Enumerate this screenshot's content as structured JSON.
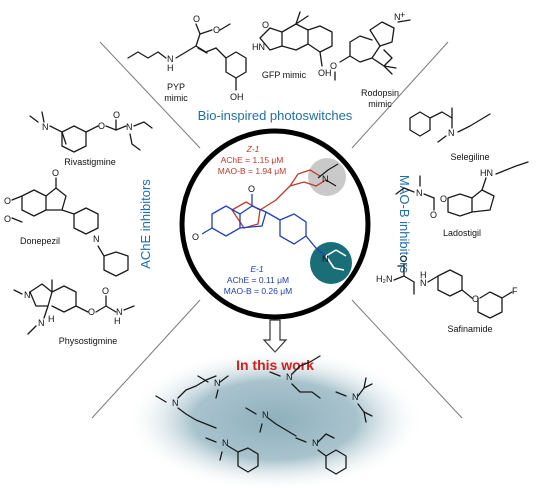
{
  "sections": {
    "top": "Bio-inspired photoswitches",
    "left": "AChE inhibitors",
    "right": "MAO-B inhibitors"
  },
  "top_labels": {
    "pyp": [
      "PYP",
      "mimic"
    ],
    "gfp": "GFP mimic",
    "rodopsin": [
      "Rodopsin",
      "mimic"
    ]
  },
  "left_labels": {
    "rivastigmine": "Rivastigmine",
    "donepezil": "Donepezil",
    "physostigmine": "Physostigmine"
  },
  "right_labels": {
    "selegiline": "Selegiline",
    "ladostigil": "Ladostigil",
    "safinamide": "Safinamide"
  },
  "center": {
    "z_title": "Z-1",
    "z_ache": "AChE = 1.15 μM",
    "z_maob": "MAO-B = 1.94 μM",
    "e_title": "E-1",
    "e_ache": "AChE = 0.11 μM",
    "e_maob": "MAO-B = 0.26 μM"
  },
  "work_label": "In this work",
  "colors": {
    "section_text": "#1f6fa8",
    "z_isomer": "#c0392b",
    "e_isomer": "#1f3fbf",
    "work_text": "#d0201c",
    "gray_circle": "#c7c7c7",
    "teal_circle": "#1a6e78",
    "ellipse_fill": "#9fb9c4"
  }
}
